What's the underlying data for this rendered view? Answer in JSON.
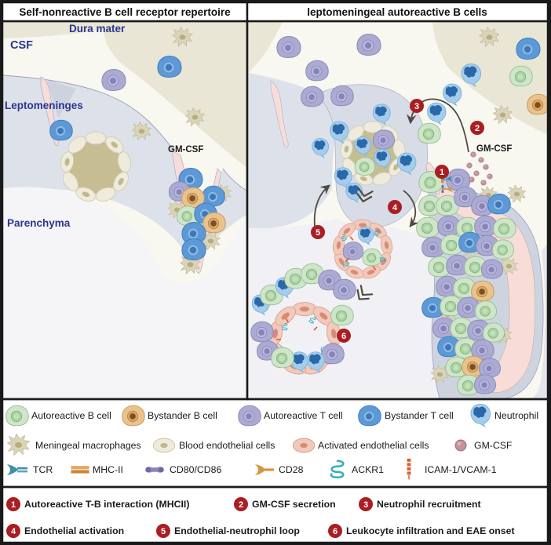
{
  "figure": {
    "left_panel": {
      "title": "Self-nonreactive B cell receptor repertoire",
      "labels": {
        "dura": "Dura mater",
        "csf": "CSF",
        "leptomeninges": "Leptomeninges",
        "parenchyma": "Parenchyma",
        "gmcsf": "GM-CSF"
      }
    },
    "right_panel": {
      "title": "leptomeningeal autoreactive B cells",
      "labels": {
        "gmcsf": "GM-CSF"
      }
    }
  },
  "legend": {
    "cells": [
      {
        "icon": "autoreactive-b-cell-icon",
        "label": "Autoreactive B cell",
        "color": "#cfe5c8"
      },
      {
        "icon": "bystander-b-cell-icon",
        "label": "Bystander B cell",
        "color": "#e9c28c"
      },
      {
        "icon": "autoreactive-t-cell-icon",
        "label": "Autoreactive T cell",
        "color": "#abaad2"
      },
      {
        "icon": "bystander-t-cell-icon",
        "label": "Bystander T cell",
        "color": "#5d99d6"
      },
      {
        "icon": "neutrophil-icon",
        "label": "Neutrophil",
        "color": "#a5cdeb"
      }
    ],
    "structures": [
      {
        "icon": "meningeal-macrophage-icon",
        "label": "Meningeal macrophages",
        "color": "#dad4b9"
      },
      {
        "icon": "blood-endothelial-cell-icon",
        "label": "Blood endothelial cells",
        "color": "#eeebdc"
      },
      {
        "icon": "activated-endothelial-cell-icon",
        "label": "Activated endothelial cells",
        "color": "#f2cabb"
      },
      {
        "icon": "gm-csf-icon",
        "label": "GM-CSF",
        "color": "#c4939c"
      }
    ],
    "molecules": [
      {
        "icon": "tcr-icon",
        "label": "TCR",
        "color": "#3e8ea6"
      },
      {
        "icon": "mhc-ii-icon",
        "label": "MHC-II",
        "color": "#cf8437"
      },
      {
        "icon": "cd80-cd86-icon",
        "label": "CD80/CD86",
        "color": "#8d84bc"
      },
      {
        "icon": "cd28-icon",
        "label": "CD28",
        "color": "#d9943e"
      },
      {
        "icon": "ackr1-icon",
        "label": "ACKR1",
        "color": "#35aebc"
      },
      {
        "icon": "icam1-vcam1-icon",
        "label": "ICAM-1/VCAM-1",
        "color": "#d9602e"
      }
    ]
  },
  "steps": [
    {
      "num": "1",
      "label": "Autoreactive T-B interaction (MHCII)"
    },
    {
      "num": "2",
      "label": "GM-CSF secretion"
    },
    {
      "num": "3",
      "label": "Neutrophil recruitment"
    },
    {
      "num": "4",
      "label": "Endothelial activation"
    },
    {
      "num": "5",
      "label": "Endothelial-neutrophil loop"
    },
    {
      "num": "6",
      "label": "Leukocyte infiltration and EAE onset"
    }
  ],
  "colors": {
    "badge_red": "#a91e22",
    "label_navy": "#2b3590",
    "dura_beige": "#e9e6d5",
    "csf_white": "#f8f7f0",
    "leptomeninges_gray": "#dde1e9",
    "pink_channel": "#f8dcd8",
    "arrow": "#4f4a42"
  }
}
